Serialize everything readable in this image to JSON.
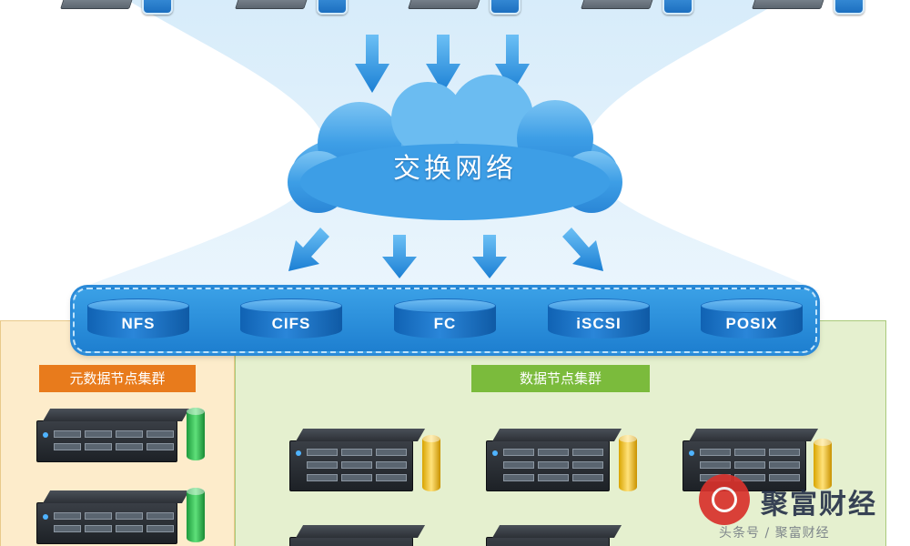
{
  "network": {
    "label": "交换网络"
  },
  "protocols": [
    {
      "label": "NFS"
    },
    {
      "label": "CIFS"
    },
    {
      "label": "FC"
    },
    {
      "label": "iSCSI"
    },
    {
      "label": "POSIX"
    }
  ],
  "clusters": {
    "metadata": {
      "title": "元数据节点集群"
    },
    "data": {
      "title": "数据节点集群"
    }
  },
  "watermark": {
    "name": "聚富财经",
    "subtitle": "头条号 / 聚富财经"
  },
  "colors": {
    "cloud": "#3d9ee6",
    "protocol_bar": "#2a8ad8",
    "metadata_panel": "#fdeccb",
    "metadata_title": "#e87b1c",
    "data_panel": "#e5f0cf",
    "data_title": "#7bbb3c"
  }
}
